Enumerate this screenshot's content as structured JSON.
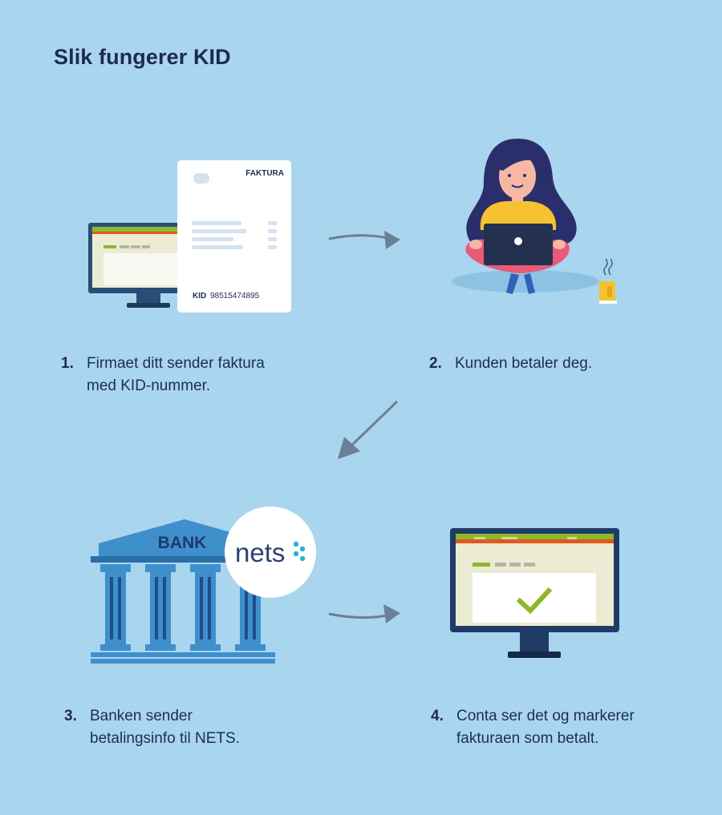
{
  "title": "Slik fungerer KID",
  "invoice": {
    "heading": "FAKTURA",
    "kid_label": "KID",
    "kid_number": "98515474895"
  },
  "bank": {
    "label": "BANK",
    "nets_logo": "nets"
  },
  "steps": [
    {
      "number": "1.",
      "text": "Firmaet ditt sender faktura\nmed KID-nummer."
    },
    {
      "number": "2.",
      "text": "Kunden betaler deg."
    },
    {
      "number": "3.",
      "text": "Banken sender\nbetalingsinfo til NETS."
    },
    {
      "number": "4.",
      "text": "Conta ser det og markerer\nfakturaen som betalt."
    }
  ],
  "colors": {
    "background": "#a9d5ef",
    "navy": "#1f2d4e",
    "accent_green": "#8cb82b",
    "accent_orange": "#e2571d",
    "bank_blue": "#3f8fcc",
    "laptop_yellow": "#f6c22f"
  }
}
